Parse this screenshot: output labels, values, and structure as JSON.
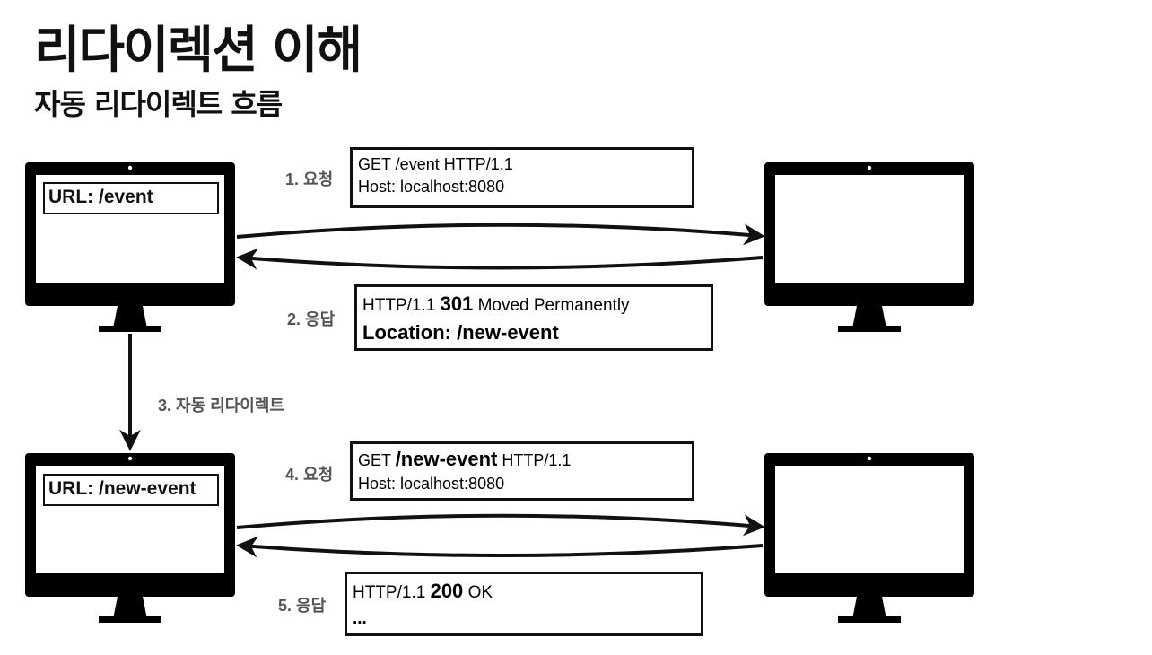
{
  "title": "리다이렉션 이해",
  "subtitle": "자동 리다이렉트 흐름",
  "client_top": {
    "url": "URL: /event"
  },
  "client_bottom": {
    "url": "URL: /new-event"
  },
  "steps": {
    "s1": "1. 요청",
    "s2": "2. 응답",
    "s3": "3. 자동 리다이렉트",
    "s4": "4. 요청",
    "s5": "5. 응답"
  },
  "msg1": {
    "line1": "GET /event HTTP/1.1",
    "line2": "Host: localhost:8080"
  },
  "msg2": {
    "line1_pre": "HTTP/1.1 ",
    "line1_code": "301",
    "line1_post": " Moved Permanently",
    "line2": "Location: /new-event"
  },
  "msg4": {
    "line1_pre": "GET ",
    "line1_path": "/new-event",
    "line1_post": " HTTP/1.1",
    "line2": "Host: localhost:8080"
  },
  "msg5": {
    "line1_pre": "HTTP/1.1 ",
    "line1_code": "200",
    "line1_post": " OK",
    "line2": "..."
  }
}
